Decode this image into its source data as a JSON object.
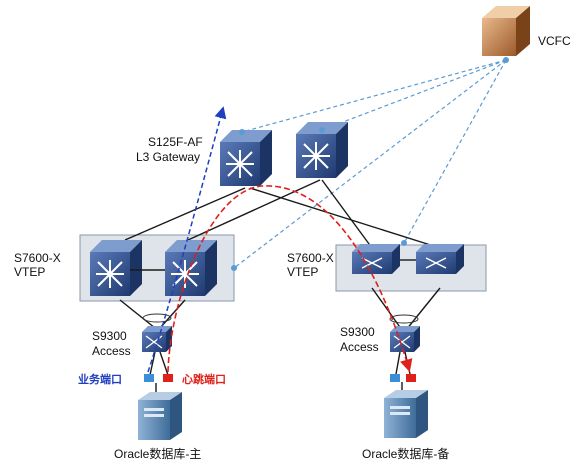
{
  "labels": {
    "vcfc": "VCFC",
    "gateway_line1": "S125F-AF",
    "gateway_line2": "L3 Gateway",
    "vtep_left_line1": "S7600-X",
    "vtep_left_line2": "VTEP",
    "vtep_right_line1": "S7600-X",
    "vtep_right_line2": "VTEP",
    "access_left_line1": "S9300",
    "access_left_line2": "Access",
    "access_right_line1": "S9300",
    "access_right_line2": "Access",
    "business_port": "业务端口",
    "heartbeat_port": "心跳端口",
    "server_primary": "Oracle数据库-主",
    "server_backup": "Oracle数据库-备"
  },
  "colors": {
    "control_link": "#5b9bd5",
    "business_flow": "#1f3fbf",
    "heartbeat_flow": "#e0201b",
    "switch_blue": "#2e4f8f",
    "vtep_box": "#dfe3ea"
  },
  "icons": {
    "controller": "server-cube-icon",
    "core_switch": "switch-cube-icon",
    "server": "server-tower-icon"
  }
}
